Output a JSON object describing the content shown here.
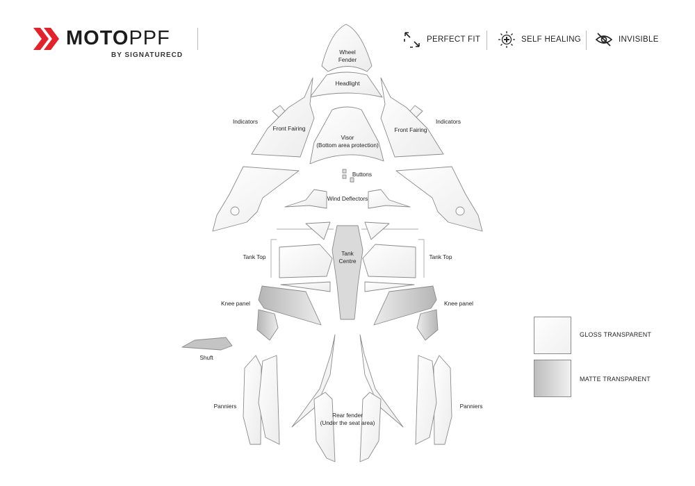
{
  "brand": {
    "name_bold": "MOTO",
    "name_light": "PPF",
    "tagline": "BY SIGNATURECD",
    "accent": "#e3222b"
  },
  "features": [
    {
      "label": "PERFECT FIT",
      "icon": "arrows-fit-icon"
    },
    {
      "label": "SELF HEALING",
      "icon": "self-healing-icon"
    },
    {
      "label": "INVISIBLE",
      "icon": "eye-slash-icon"
    }
  ],
  "parts": {
    "wheel_fender": [
      "Wheel",
      "Fender"
    ],
    "headlight": "Headlight",
    "indicators_left": "Indicators",
    "indicators_right": "Indicators",
    "front_fairing_left": "Front Fairing",
    "front_fairing_right": "Front Fairing",
    "visor": [
      "Visor",
      "(Bottom area protection)"
    ],
    "buttons": "Buttons",
    "wind_deflectors": "Wind Deflectors",
    "tank_top_left": "Tank Top",
    "tank_top_right": "Tank Top",
    "tank_centre": [
      "Tank",
      "Centre"
    ],
    "knee_panel_left": "Knee panel",
    "knee_panel_right": "Knee panel",
    "shuft": "Shuft",
    "panniers_left": "Panniers",
    "panniers_right": "Panniers",
    "rear_fender": [
      "Rear fender",
      "(Under the seat area)"
    ]
  },
  "legend": [
    {
      "label": "GLOSS TRANSPARENT",
      "color": "#f4f4f4"
    },
    {
      "label": "MATTE TRANSPARENT",
      "color": "#c8c8c8"
    }
  ]
}
